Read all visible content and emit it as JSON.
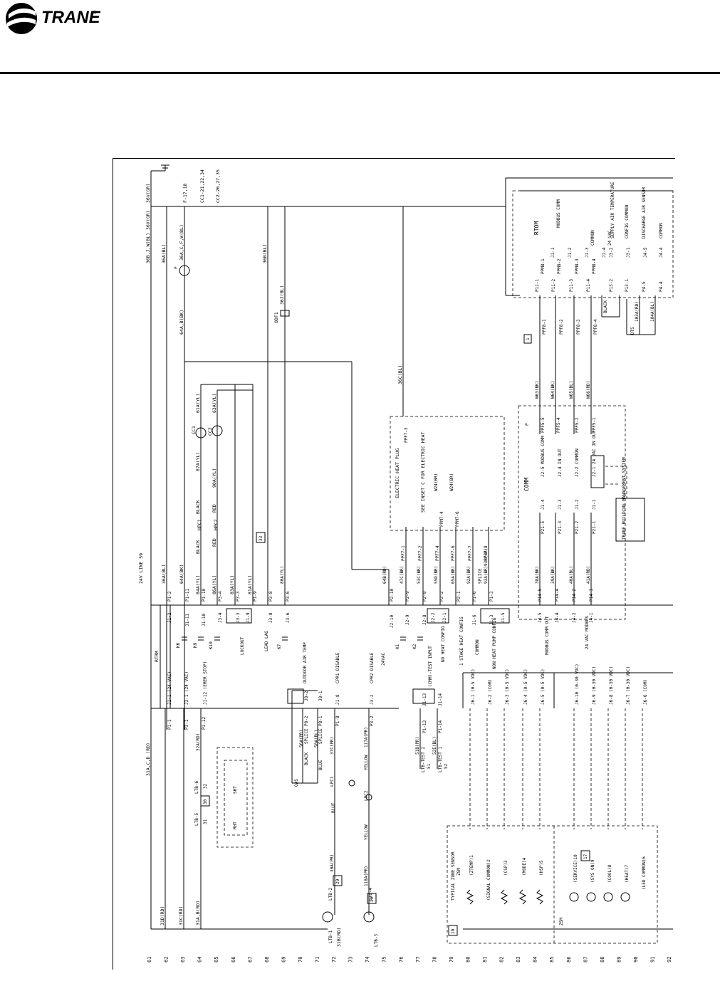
{
  "brand": {
    "name": "TRANE",
    "trademark": "®"
  },
  "row_numbers": [
    "61",
    "62",
    "63",
    "64",
    "65",
    "66",
    "67",
    "68",
    "69",
    "70",
    "71",
    "72",
    "73",
    "74",
    "75",
    "76",
    "77",
    "78",
    "79",
    "80",
    "81",
    "82",
    "83",
    "84",
    "85",
    "86",
    "87",
    "88",
    "89",
    "90",
    "91",
    "92"
  ],
  "top_labels": {
    "w1": "36B,J,W(BL) 36V(GR)",
    "w2": "36A(BL)",
    "w3": "64A,B(BK)",
    "f": "F",
    "w4": "36A,C,F,W(BL)",
    "f_ref": "F-17,18",
    "cc1_ref": "CC1-21,22,34",
    "cc2_ref": "CC2-26,27,35",
    "w5": "36V(GR)",
    "w6": "36B(BL)",
    "odf": "ODF1",
    "w7": "36J(BL)",
    "w8": "36C(BL)"
  },
  "rtom": {
    "title": "RTOM",
    "rows": [
      {
        "plug": "P11-1",
        "ppm": "PPM8-1",
        "jack": "J1-1",
        "desc": "MODBUS COMM"
      },
      {
        "plug": "P11-2",
        "ppm": "PPM8-2",
        "jack": "J1-2",
        "desc": ""
      },
      {
        "plug": "P11-3",
        "ppm": "PPM8-3",
        "jack": "J1-3",
        "desc": "COMMON"
      },
      {
        "plug": "P11-4",
        "ppm": "PPM8-4",
        "jack": "J1-4",
        "desc": "24 VAC"
      }
    ],
    "supply": [
      "J3-2",
      "SUPPLY AIR TEMPERATURE"
    ],
    "config": [
      "J3-1",
      "CONFIG COMMON"
    ],
    "discharge": [
      "J4-5",
      "DISCHARGE AIR SENSOR"
    ],
    "common": [
      "J4-4",
      "COMMON"
    ],
    "black": "BLACK",
    "dts": "DTS",
    "w103": "103A(RD)",
    "w104": "104A(BL)",
    "ppf": [
      "PPF8-1",
      "PPF8-2",
      "PPF8-3",
      "PPF8-4"
    ],
    "p13": "P13-1",
    "p132": "P13-2",
    "p45": "P4-5",
    "p44": "P4-4",
    "tag": "1"
  },
  "mid_labels": {
    "w61": "61A(YL)",
    "w63": "63A(YL)",
    "cc1": "CC1",
    "cc2": "CC2",
    "w87": "87A(YL)",
    "w90": "90A(YL)",
    "black": "BLACK",
    "red": "RED",
    "hpc1": "HPC1",
    "hpc2": "HPC2",
    "w84": "84A(YL)",
    "w86": "86A(YL)",
    "w83": "83A(YL)",
    "w81": "81A(YL)",
    "tag33": "33",
    "heat_plug": "ELECTRIC HEAT PLUG",
    "see_insert": "SEE INSET C FOR ELECTRIC HEAT",
    "ppf71": "PPF7-1",
    "ppf72": "PPF7-2",
    "ppf74": "PPF7-4",
    "ppf76": "PPF7-6",
    "ppf77": "PPF7-7",
    "ppf78": "PPF7-8",
    "ppf73": "PPF7-3",
    "w24": "W24(BR)",
    "w24b": "W24(BR)",
    "ppm74": "PPM7-4",
    "ppm76": "PPM7-6",
    "comm_title": "COMM",
    "comm_rows": [
      "J2-5  MODBUS COMM",
      "J2-4  IN OUT",
      "J2-2  COMMON",
      "J2-1  24 VAC IN OUT"
    ],
    "comm_left": [
      "J1-4",
      "J1-3",
      "J1-2",
      "J1-1"
    ],
    "bms": "TRANE BUILDING MANAGEMENT SYSTEM",
    "w63bk": "W63(BK)",
    "w64bk": "W64(BK)",
    "w65": "W65(BL)",
    "w66": "W66(RD)",
    "ppf55": "PPF5-5",
    "ppf54": "PPF5-4",
    "ppf52": "PPF5-2",
    "ppf51": "PPF5-1",
    "p": "P"
  },
  "rtrm": {
    "title": "RTRM",
    "w36a": "36A(BL)",
    "w64a": "64A(BK)",
    "p12": "P1-2",
    "p11": "P1-11",
    "p110": "P1-10",
    "p34": "P3-4",
    "p33": "P3-3",
    "p19": "P1-9",
    "p38": "P3-8",
    "p36": "P3-6",
    "j12": "J1-2",
    "j111": "J1-11",
    "j110": "J1-10",
    "j34": "J3-4",
    "j33": "J3-3",
    "j19": "J1-9",
    "j38": "J3-8",
    "j36": "J3-6",
    "k6": "K6",
    "k9": "K9",
    "k10": "K10",
    "k7": "K7",
    "lockout": "LOCKOUT",
    "lead_lag": "LEAD LAG",
    "w80": "80A(YL)",
    "w24v": "24V LINE 59",
    "w64brd": "64B(RD)",
    "w47c": "47C(BR)",
    "w53c": "53C(BR)",
    "w55d": "55D(BR)",
    "w65a": "65A(BR)",
    "w92a": "92A(BR)",
    "w93a": "93A(BR)",
    "w93b": "93B(BR)",
    "splice": "SPLICE",
    "p210": "P2-10",
    "p29": "P2-9",
    "p28": "P2-8",
    "p22": "P2-2",
    "p21": "P2-1",
    "p16": "P1-6",
    "p13": "P1-3",
    "j210": "J2-10",
    "j29": "J2-9",
    "j28": "J2-8",
    "j22": "J2-2",
    "j21": "J2-1",
    "j16": "J1-6",
    "j13": "J1-3",
    "j15": "J1-5",
    "vac24": "24VAC",
    "k1": "K1",
    "k2": "K2",
    "no_heat": "NO HEAT CONFIG",
    "one_stage": "1 STAGE HEAT CONFIG",
    "common": "COMMON",
    "nhp": "NON HEAT PUMP CONFIG",
    "p145": "P14-5",
    "p144": "P14-4",
    "p142": "P14-2",
    "p141": "P14-1",
    "j45": "J4-5",
    "j44": "J4-4",
    "j42": "J4-2",
    "j41": "J4-1",
    "modbus_comm_out": "MODBUS COMM OUT",
    "modbus_24": "24 VAC MODBUS",
    "w38a": "38A(BK)",
    "w39a": "39A(BK)",
    "w40a": "40A(BL)",
    "w41a": "41A(RD)",
    "p215": "P21-5",
    "p213": "P21-3",
    "p212": "P21-2",
    "p211": "P21-1"
  },
  "lower": {
    "w31acd": "31A,C,D (RD)",
    "w31d": "31D(RD)",
    "w31c": "31C(RD)",
    "w31ab": "31A,B(RD)",
    "w31b": "31B(RD)",
    "ltb5": "LTB-5",
    "ltb6": "LTB-6",
    "ltb2": "LTB-2",
    "ltb1": "LTB-1",
    "ltb4": "LTB-4",
    "ltb3": "LTB-3",
    "t31": "31",
    "t32": "32",
    "tag30": "30",
    "tag29a": "29",
    "tag29b": "29",
    "rht": "RHT",
    "sht": "SHT",
    "w32a": "32A(RD)",
    "p11": "P1-1",
    "p31": "P3-1",
    "p112": "P1-12",
    "j11": "J1-1 (24 VAC)",
    "j31": "J3-1 (24 VAC)",
    "j112": "J1-12 (EMER STOP)",
    "oas": "OAS",
    "black": "BLACK",
    "blue": "BLUE",
    "blue2": "BLUE",
    "splice1": "SPLICE",
    "splice2": "SPLICE",
    "w56a": "56A(PR)",
    "w50a": "50A(BL)",
    "p82": "P8-2",
    "p81": "P8-1",
    "j82": "J8-2",
    "j81": "J8-1",
    "oa_temp": "OUTDOOR AIR TEMP",
    "lpc1": "LPC1",
    "lpc2": "LPC2",
    "w37c": "37C(PR)",
    "w30a": "30A(PR)",
    "p18": "P1-8",
    "j18": "J1-8",
    "cpr1": "CPR1 DISABLE",
    "yellow": "YELLOW",
    "yellow2": "YELLOW",
    "w117a": "117A(PR)",
    "w118a": "118A(PR)",
    "p32": "P3-2",
    "j32": "J3-2",
    "cpr2": "CPR2 DISABLE",
    "ltbtest2": "LTB-TEST 2",
    "ltbtest1": "LTB-TEST 1",
    "t51": "51",
    "t52": "52",
    "w51b": "51B(PR)",
    "w52e": "52E(BL)",
    "p113": "P1-13",
    "p114": "P1-14",
    "j113": "J1-13",
    "j114": "J1-14",
    "test_in": "(CMM)-TEST INPUT",
    "zone_sensor": "TYPICAL ZONE SENSOR",
    "zsm": "ZSM",
    "zsm2": "ZSM",
    "tag19": "19",
    "tag17": "17",
    "zs_items": [
      "(ZTEMP)1",
      "(SIGNAL COMMON)2",
      "(CSP)3",
      "(MODE)4",
      "(HSP)5"
    ],
    "zs_items2": [
      "(SERVICE)10",
      "(SYS ON)9",
      "(COOL)8",
      "(HEAT)7",
      "(LED COMMON)6"
    ],
    "j6": [
      "J6-1 (0-5 VDC)",
      "J6-2 (COM)",
      "J6-3 (0-5 VDC)",
      "J6-4 (0-5 VDC)",
      "J6-5 (0-5 VDC)"
    ],
    "j6b": [
      "J6-10 (0-30 VDC)",
      "J6-9 (0-30 VDC)",
      "J6-8 (0-30 VDC)",
      "J6-7 (0-30 VDC)",
      "J6-6 (COM)"
    ]
  }
}
